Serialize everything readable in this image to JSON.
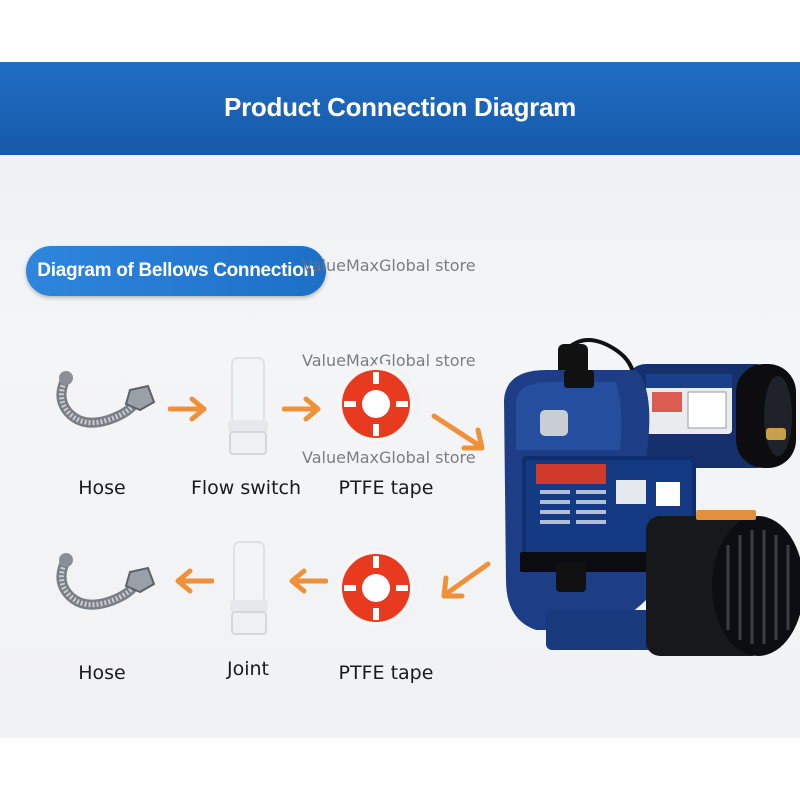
{
  "header": {
    "title": "Product Connection Diagram"
  },
  "section": {
    "pill_label": "Diagram of Bellows Connection"
  },
  "watermarks": [
    "ValueMaxGlobal store",
    "ValueMaxGlobal store",
    "ValueMaxGlobal store"
  ],
  "top_row": {
    "hose_label": "Hose",
    "flow_switch_label": "Flow switch",
    "ptfe_label": "PTFE tape"
  },
  "bottom_row": {
    "hose_label": "Hose",
    "joint_label": "Joint",
    "ptfe_label": "PTFE tape"
  },
  "colors": {
    "header_blue": "#1758a8",
    "pill_blue": "#2e86dc",
    "arrow_orange": "#f0913a",
    "tape_red": "#e83a1e",
    "pump_blue": "#1b3f8a"
  },
  "icons": [
    "hose-icon",
    "flow-switch-icon",
    "ptfe-tape-icon",
    "joint-icon",
    "arrow-right-icon",
    "arrow-left-icon",
    "pump-image"
  ]
}
